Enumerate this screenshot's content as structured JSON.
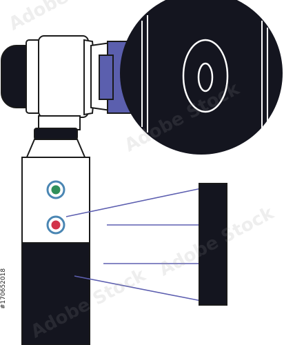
{
  "image": {
    "subject": "Illustration of a medical otoscope device with lens view",
    "watermark_text": "Adobe Stock",
    "stock_id": "#170652018"
  },
  "colors": {
    "dark": "#14151f",
    "outline": "#1a1a1a",
    "accent_blue": "#5b5fae",
    "body_white": "#ffffff",
    "button_green": "#2f8f5a",
    "button_red": "#d2334a",
    "button_ring": "#4a86b3",
    "beam": "#5d5fb0"
  },
  "parts": {
    "lens_panel_rings": 2,
    "buttons": [
      "green-indicator",
      "red-indicator"
    ],
    "beam_count": 4
  }
}
